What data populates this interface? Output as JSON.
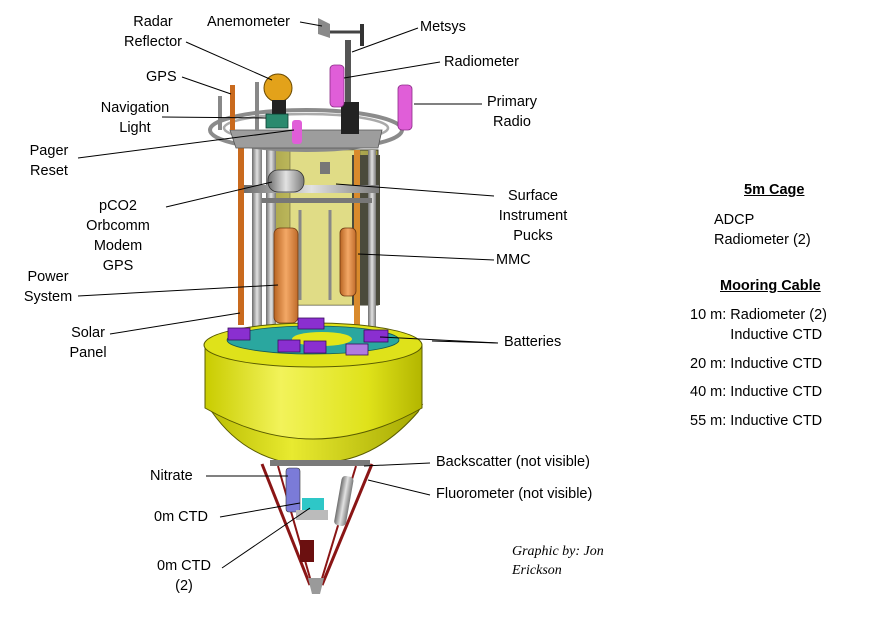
{
  "labels": {
    "anemometer": "Anemometer",
    "radar_reflector": "Radar\nReflector",
    "metsys": "Metsys",
    "radiometer": "Radiometer",
    "gps_top": "GPS",
    "primary_radio": "Primary\nRadio",
    "navigation_light": "Navigation\nLight",
    "pager_reset": "Pager\nReset",
    "pco2": "pCO2\nOrbcomm\nModem\nGPS",
    "surface_pucks": "Surface\nInstrument\nPucks",
    "mmc": "MMC",
    "power_system": "Power\nSystem",
    "solar_panel": "Solar\nPanel",
    "batteries": "Batteries",
    "nitrate": "Nitrate",
    "backscatter": "Backscatter (not visible)",
    "fluorometer": "Fluorometer (not visible)",
    "ctd_0m": "0m CTD",
    "ctd_0m_2": "0m CTD\n(2)"
  },
  "legend": {
    "cage_title": "5m Cage",
    "cage_items": [
      "ADCP",
      "Radiometer (2)"
    ],
    "mooring_title": "Mooring Cable",
    "mooring_items": [
      "10 m: Radiometer (2)\n          Inductive CTD",
      "20 m: Inductive CTD",
      "40 m: Inductive CTD",
      "55 m: Inductive CTD"
    ]
  },
  "credit": "Graphic by: Jon\nErickson",
  "colors": {
    "hull_yellow": "#e3e61a",
    "hull_shadow": "#b5b800",
    "tower_panel": "#c8c35a",
    "battery_purple": "#8a2fd0",
    "deck_teal": "#2aa79f",
    "radiometer_pink": "#e05ed8",
    "orange_tube": "#e9923f",
    "frame_red": "#8a1515",
    "frame_gray": "#9a9a9a"
  }
}
